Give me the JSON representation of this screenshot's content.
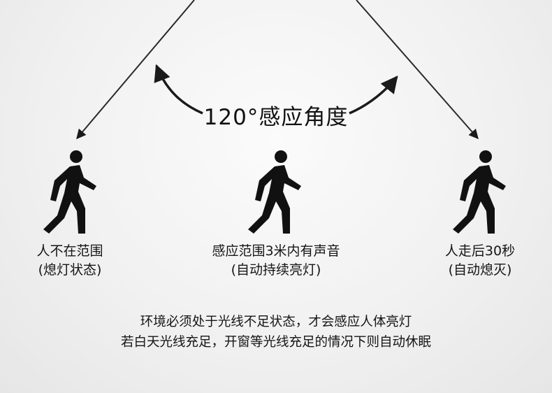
{
  "sensing_angle_label": "120°感应角度",
  "zones": [
    {
      "line1": "人不在范围",
      "line2": "(熄灯状态)"
    },
    {
      "line1": "感应范围3米内有声音",
      "line2": "(自动持续亮灯)"
    },
    {
      "line1": "人走后30秒",
      "line2": "(自动熄灭)"
    }
  ],
  "note": {
    "line1": "环境必须处于光线不足状态，才会感应人体亮灯",
    "line2": "若白天光线充足，开窗等光线充足的情况下则自动休眠"
  },
  "icons": {
    "left": "walking-person-icon",
    "center": "walking-person-icon",
    "right": "walking-person-icon"
  },
  "colors": {
    "figure": "#111111",
    "line": "#222222"
  }
}
